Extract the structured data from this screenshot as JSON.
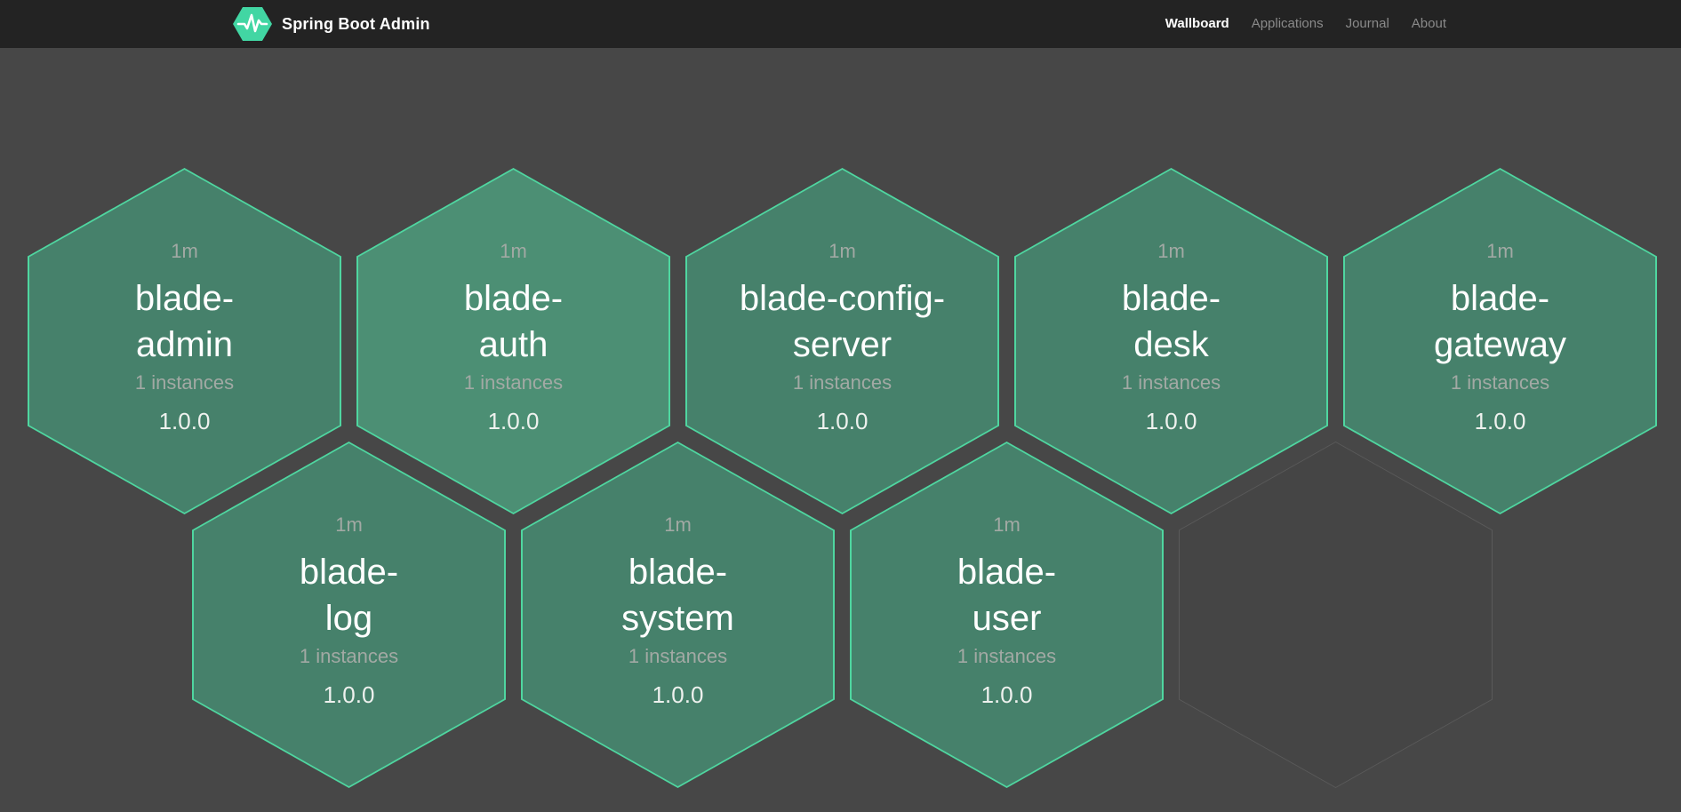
{
  "navbar": {
    "brand": "Spring Boot Admin",
    "items": [
      {
        "label": "Wallboard",
        "active": true
      },
      {
        "label": "Applications",
        "active": false
      },
      {
        "label": "Journal",
        "active": false
      },
      {
        "label": "About",
        "active": false
      }
    ]
  },
  "applications": [
    {
      "name": "blade-admin",
      "name_lines": [
        "blade-",
        "admin"
      ],
      "uptime": "1m",
      "instances": "1 instances",
      "version": "1.0.0",
      "status": "up",
      "row": 0,
      "col": 0,
      "bright": false
    },
    {
      "name": "blade-auth",
      "name_lines": [
        "blade-",
        "auth"
      ],
      "uptime": "1m",
      "instances": "1 instances",
      "version": "1.0.0",
      "status": "up",
      "row": 0,
      "col": 1,
      "bright": true
    },
    {
      "name": "blade-config-server",
      "name_lines": [
        "blade-config-",
        "server"
      ],
      "uptime": "1m",
      "instances": "1 instances",
      "version": "1.0.0",
      "status": "up",
      "row": 0,
      "col": 2,
      "bright": false
    },
    {
      "name": "blade-desk",
      "name_lines": [
        "blade-",
        "desk"
      ],
      "uptime": "1m",
      "instances": "1 instances",
      "version": "1.0.0",
      "status": "up",
      "row": 0,
      "col": 3,
      "bright": false
    },
    {
      "name": "blade-gateway",
      "name_lines": [
        "blade-",
        "gateway"
      ],
      "uptime": "1m",
      "instances": "1 instances",
      "version": "1.0.0",
      "status": "up",
      "row": 0,
      "col": 4,
      "bright": false
    },
    {
      "name": "blade-log",
      "name_lines": [
        "blade-",
        "log"
      ],
      "uptime": "1m",
      "instances": "1 instances",
      "version": "1.0.0",
      "status": "up",
      "row": 1,
      "col": 0,
      "bright": false
    },
    {
      "name": "blade-system",
      "name_lines": [
        "blade-",
        "system"
      ],
      "uptime": "1m",
      "instances": "1 instances",
      "version": "1.0.0",
      "status": "up",
      "row": 1,
      "col": 1,
      "bright": false
    },
    {
      "name": "blade-user",
      "name_lines": [
        "blade-",
        "user"
      ],
      "uptime": "1m",
      "instances": "1 instances",
      "version": "1.0.0",
      "status": "up",
      "row": 1,
      "col": 2,
      "bright": false
    }
  ],
  "empty_cell": {
    "row": 1,
    "col": 3
  },
  "colors": {
    "navbar_bg": "#232323",
    "page_bg": "#474747",
    "brand_green": "#42d6a3",
    "hexagon_border": "#4fd6a0",
    "hexagon_fill": "#46816b",
    "hexagon_fill_bright": "#4c8f74",
    "empty_hexagon_border": "#5a5a5a",
    "empty_hexagon_fill": "#454545",
    "text_primary": "#ffffff",
    "text_muted": "#a2a9a4",
    "nav_inactive": "#8a8a8a"
  }
}
